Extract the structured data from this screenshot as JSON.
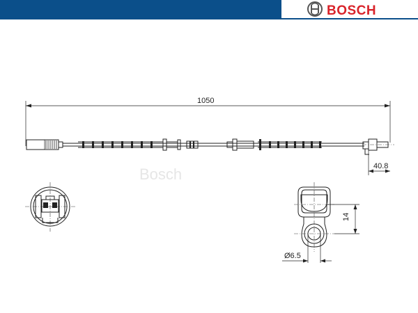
{
  "header": {
    "brand": "BOSCH",
    "colors": {
      "banner": "#0b4f8a",
      "brand_text": "#d9232a",
      "logo_ring": "#555555"
    },
    "logo_icon": "bosch-armature-icon"
  },
  "drawing": {
    "overall_length_label": "1050",
    "end_offset_label": "40.8",
    "boss_height_label": "14",
    "hole_diameter_label": "Ø6.5",
    "watermark": "Bosch",
    "line_color": "#222222"
  }
}
